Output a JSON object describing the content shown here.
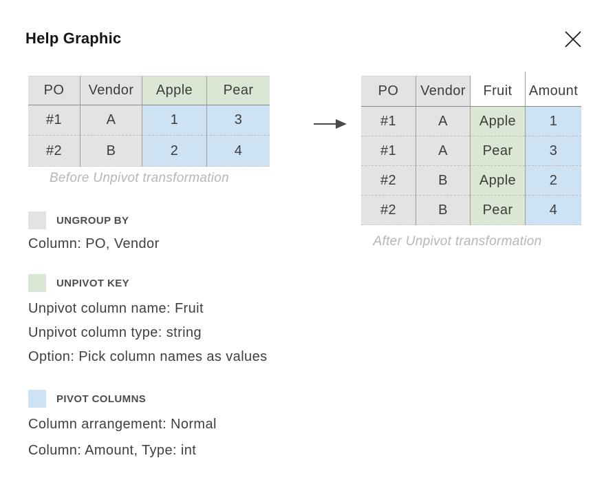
{
  "dialog": {
    "title": "Help Graphic"
  },
  "icons": {
    "close": "close-icon",
    "arrow": "right-arrow-icon"
  },
  "colors": {
    "ungroup_gray": "#e3e3e3",
    "unpivot_green": "#dbe7d5",
    "pivot_blue": "#cde3f4",
    "divider": "#9c9c9c",
    "caption_text": "#b8b6b3",
    "body_text": "#3f3f3f"
  },
  "before_table": {
    "headers": [
      "PO",
      "Vendor",
      "Apple",
      "Pear"
    ],
    "rows": [
      [
        "#1",
        "A",
        "1",
        "3"
      ],
      [
        "#2",
        "B",
        "2",
        "4"
      ]
    ],
    "caption": "Before Unpivot transformation"
  },
  "after_table": {
    "headers": [
      "PO",
      "Vendor",
      "Fruit",
      "Amount"
    ],
    "rows": [
      [
        "#1",
        "A",
        "Apple",
        "1"
      ],
      [
        "#1",
        "A",
        "Pear",
        "3"
      ],
      [
        "#2",
        "B",
        "Apple",
        "2"
      ],
      [
        "#2",
        "B",
        "Pear",
        "4"
      ]
    ],
    "caption": "After Unpivot transformation"
  },
  "legend": [
    {
      "swatch_color": "#e3e3e3",
      "title": "UNGROUP BY",
      "lines": [
        "Column: PO, Vendor"
      ]
    },
    {
      "swatch_color": "#dbe7d5",
      "title": "UNPIVOT KEY",
      "lines": [
        "Unpivot column name: Fruit",
        "Unpivot column type: string",
        "Option: Pick column names as values"
      ]
    },
    {
      "swatch_color": "#cde3f4",
      "title": "PIVOT COLUMNS",
      "lines": [
        "Column arrangement: Normal",
        "Column: Amount, Type: int"
      ]
    }
  ]
}
